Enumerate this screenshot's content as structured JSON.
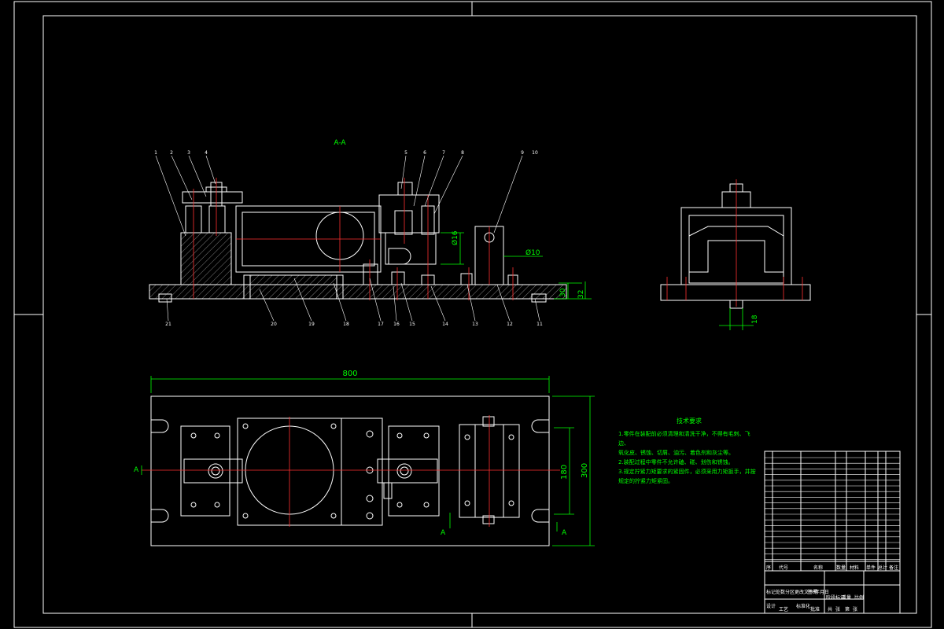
{
  "section_label": "A-A",
  "dimensions": {
    "length": "800",
    "width_outer": "300",
    "width_inner": "180",
    "height_base": "30",
    "height_total": "32",
    "bore_1": "Ø16",
    "bore_2": "Ø10",
    "slot": "18"
  },
  "section_marks": {
    "left": "A",
    "right": "A",
    "bottom": "A"
  },
  "part_balloons_top": [
    "1",
    "2",
    "3",
    "4",
    "5",
    "6",
    "7",
    "8",
    "9",
    "10"
  ],
  "part_balloons_bottom": [
    "21",
    "20",
    "19",
    "18",
    "17",
    "16",
    "15",
    "14",
    "13",
    "12",
    "11"
  ],
  "tech_notes": {
    "title": "技术要求",
    "lines": [
      "1.零件在装配前必须清理和清洗干净，不得有毛刺、飞边、",
      "氧化皮、锈蚀、切屑、油污、着色剂和灰尘等。",
      "2.装配过程中零件不允许磕、碰、划伤和锈蚀。",
      "3.规定拧紧力矩要求的紧固件，必须采用力矩扳手，并按",
      "规定的拧紧力矩紧固。"
    ]
  },
  "title_block": {
    "header_cols": [
      "序",
      "代号",
      "名称",
      "数量",
      "材料",
      "单件",
      "总计",
      "备注"
    ],
    "footer_cells": [
      "标记",
      "处数",
      "分区",
      "更改文件号",
      "签名",
      "年月日",
      "设计",
      "标准化",
      "阶段标记",
      "重量",
      "比例",
      "审核",
      "工艺",
      "批准",
      "共",
      "张",
      "第",
      "张"
    ]
  },
  "colors": {
    "background": "#000000",
    "outline": "#ffffff",
    "center_line": "#ff3030",
    "dimension": "#00ff00"
  }
}
